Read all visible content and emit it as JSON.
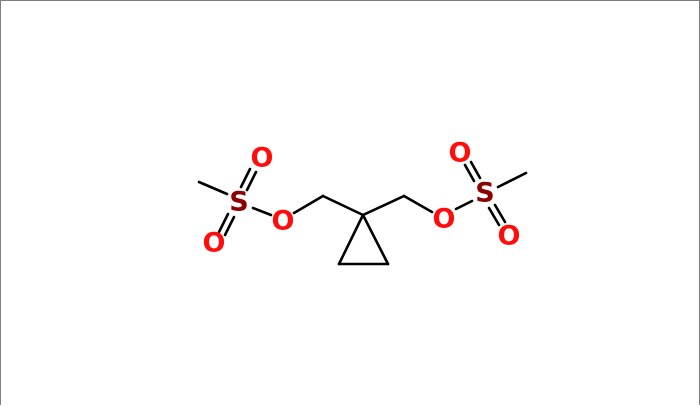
{
  "molecule": {
    "colors": {
      "bond": "#000000",
      "oxygen": "#ff0d0d",
      "sulfur": "#8b0000"
    },
    "atoms": {
      "left_sulfur": "S",
      "left_oxygen_top": "O",
      "left_oxygen_bottom": "O",
      "left_ester_oxygen": "O",
      "right_ester_oxygen": "O",
      "right_sulfur": "S",
      "right_oxygen_top": "O",
      "right_oxygen_bottom": "O"
    }
  }
}
